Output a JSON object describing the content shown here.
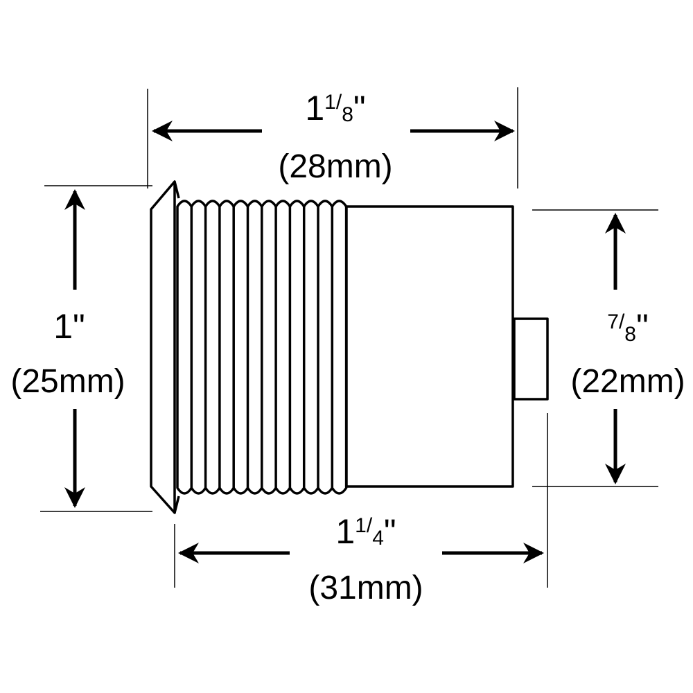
{
  "diagram": {
    "type": "dimension-drawing",
    "subject": "threaded cylinder with key",
    "line_color": "#000000",
    "background": "#ffffff",
    "dimensions": {
      "top_width": {
        "whole": "1",
        "numerator": "1",
        "denominator": "8",
        "inch_mark": "\"",
        "metric": "(28mm)"
      },
      "left_height": {
        "whole": "1",
        "inch_mark": "\"",
        "metric": "(25mm)"
      },
      "right_height": {
        "numerator": "7",
        "denominator": "8",
        "inch_mark": "\"",
        "metric": "(22mm)"
      },
      "bottom_width": {
        "whole": "1",
        "numerator": "1",
        "denominator": "4",
        "inch_mark": "\"",
        "metric": "(31mm)"
      }
    }
  }
}
